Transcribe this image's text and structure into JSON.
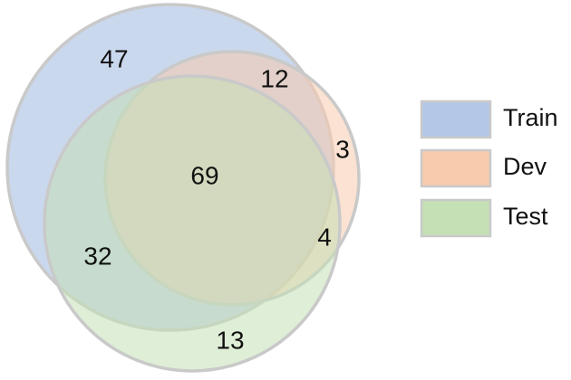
{
  "venn": {
    "sets": [
      {
        "key": "train",
        "label": "Train",
        "fill": "#b4c7e7",
        "stroke": "#c9c9c9"
      },
      {
        "key": "dev",
        "label": "Dev",
        "fill": "#f8cbad",
        "stroke": "#c9c9c9"
      },
      {
        "key": "test",
        "label": "Test",
        "fill": "#c5e0b4",
        "stroke": "#c9c9c9"
      }
    ],
    "regions": {
      "train_only": "47",
      "train_dev_only": "12",
      "dev_only": "3",
      "all_three": "69",
      "dev_test_only": "4",
      "train_test_only": "32",
      "test_only": "13"
    }
  }
}
